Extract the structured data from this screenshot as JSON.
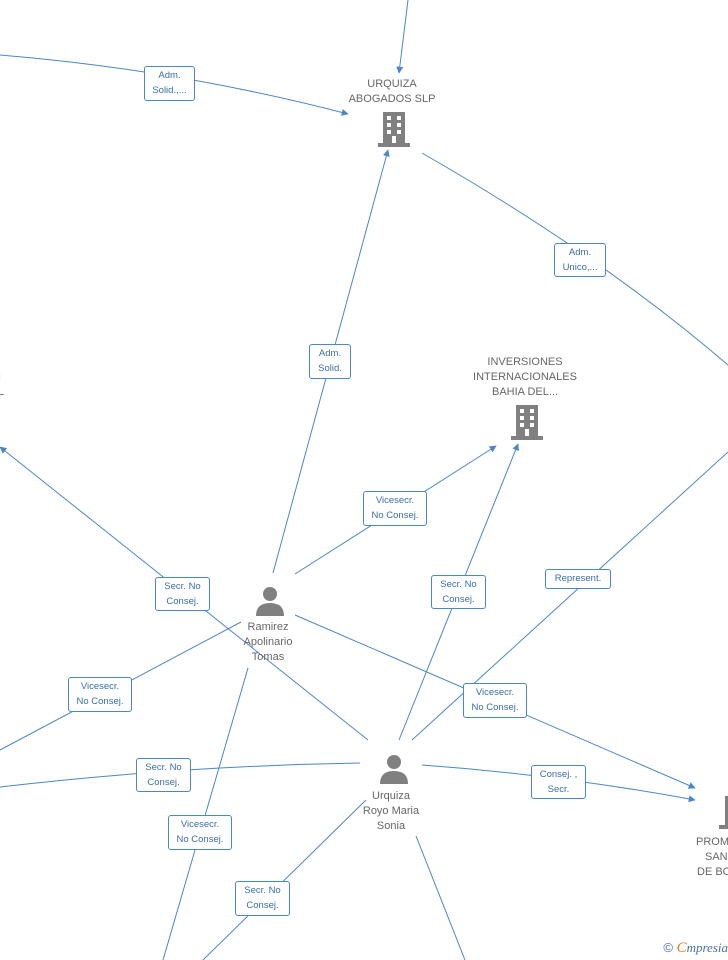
{
  "nodes": {
    "urquiza_abogados": [
      "URQUIZA",
      "ABOGADOS  SLP"
    ],
    "inversiones": [
      "INVERSIONES",
      "INTERNACIONALES",
      "BAHIA DEL..."
    ],
    "ramirez": [
      "Ramirez",
      "Apolinario",
      "Tomas"
    ],
    "urquiza_royo": [
      "Urquiza",
      "Royo Maria",
      "Sonia"
    ],
    "left_partial": [
      "I",
      "L"
    ],
    "promociones_partial": [
      "PROM",
      "SANI",
      "DE BO"
    ]
  },
  "edge_labels": {
    "adm_solid_top": [
      "Adm.",
      "Solid.,..."
    ],
    "adm_unico": [
      "Adm.",
      "Unico,..."
    ],
    "adm_solid_mid": [
      "Adm.",
      "Solid."
    ],
    "vicesecr_mid": [
      "Vicesecr.",
      "No Consej."
    ],
    "secr_left": [
      "Secr.  No",
      "Consej."
    ],
    "secr_mid": [
      "Secr.  No",
      "Consej."
    ],
    "represent": [
      "Represent."
    ],
    "vicesecr_left": [
      "Vicesecr.",
      "No Consej."
    ],
    "vicesecr_right": [
      "Vicesecr.",
      "No Consej."
    ],
    "secr_lower_left": [
      "Secr.  No",
      "Consej."
    ],
    "consej_secr": [
      "Consej. ,",
      "Secr."
    ],
    "vicesecr_bottom": [
      "Vicesecr.",
      "No Consej."
    ],
    "secr_bottom": [
      "Secr.  No",
      "Consej."
    ]
  },
  "footer": {
    "copyright": "©",
    "brand_initial": "C",
    "brand_rest": "mpresia"
  },
  "colors": {
    "edge": "#4a86c8",
    "icon": "#808080",
    "label_text": "#666666"
  }
}
